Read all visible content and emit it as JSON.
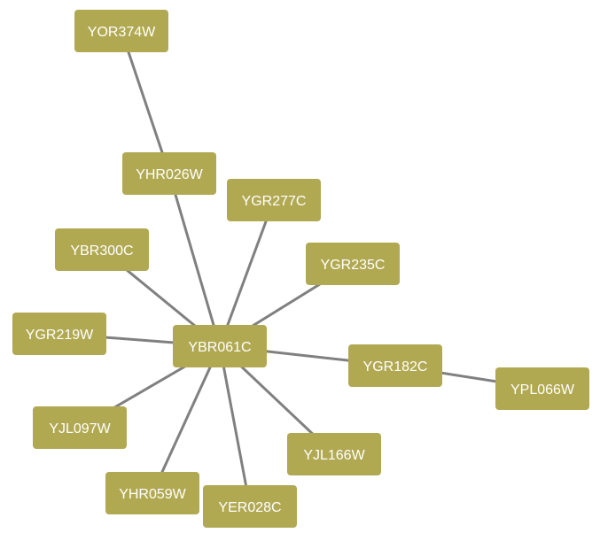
{
  "network": {
    "nodes": [
      {
        "id": "YOR374W",
        "label": "YOR374W"
      },
      {
        "id": "YHR026W",
        "label": "YHR026W"
      },
      {
        "id": "YGR277C",
        "label": "YGR277C"
      },
      {
        "id": "YBR300C",
        "label": "YBR300C"
      },
      {
        "id": "YGR235C",
        "label": "YGR235C"
      },
      {
        "id": "YGR219W",
        "label": "YGR219W"
      },
      {
        "id": "YBR061C",
        "label": "YBR061C"
      },
      {
        "id": "YGR182C",
        "label": "YGR182C"
      },
      {
        "id": "YPL066W",
        "label": "YPL066W"
      },
      {
        "id": "YJL097W",
        "label": "YJL097W"
      },
      {
        "id": "YJL166W",
        "label": "YJL166W"
      },
      {
        "id": "YHR059W",
        "label": "YHR059W"
      },
      {
        "id": "YER028C",
        "label": "YER028C"
      }
    ],
    "edges": [
      {
        "source": "YOR374W",
        "target": "YHR026W"
      },
      {
        "source": "YHR026W",
        "target": "YBR061C"
      },
      {
        "source": "YGR277C",
        "target": "YBR061C"
      },
      {
        "source": "YBR300C",
        "target": "YBR061C"
      },
      {
        "source": "YGR235C",
        "target": "YBR061C"
      },
      {
        "source": "YGR219W",
        "target": "YBR061C"
      },
      {
        "source": "YBR061C",
        "target": "YGR182C"
      },
      {
        "source": "YGR182C",
        "target": "YPL066W"
      },
      {
        "source": "YJL097W",
        "target": "YBR061C"
      },
      {
        "source": "YJL166W",
        "target": "YBR061C"
      },
      {
        "source": "YHR059W",
        "target": "YBR061C"
      },
      {
        "source": "YER028C",
        "target": "YBR061C"
      }
    ]
  },
  "colors": {
    "node_fill": "#b1a952",
    "node_text": "#ffffff",
    "edge": "#808080"
  }
}
